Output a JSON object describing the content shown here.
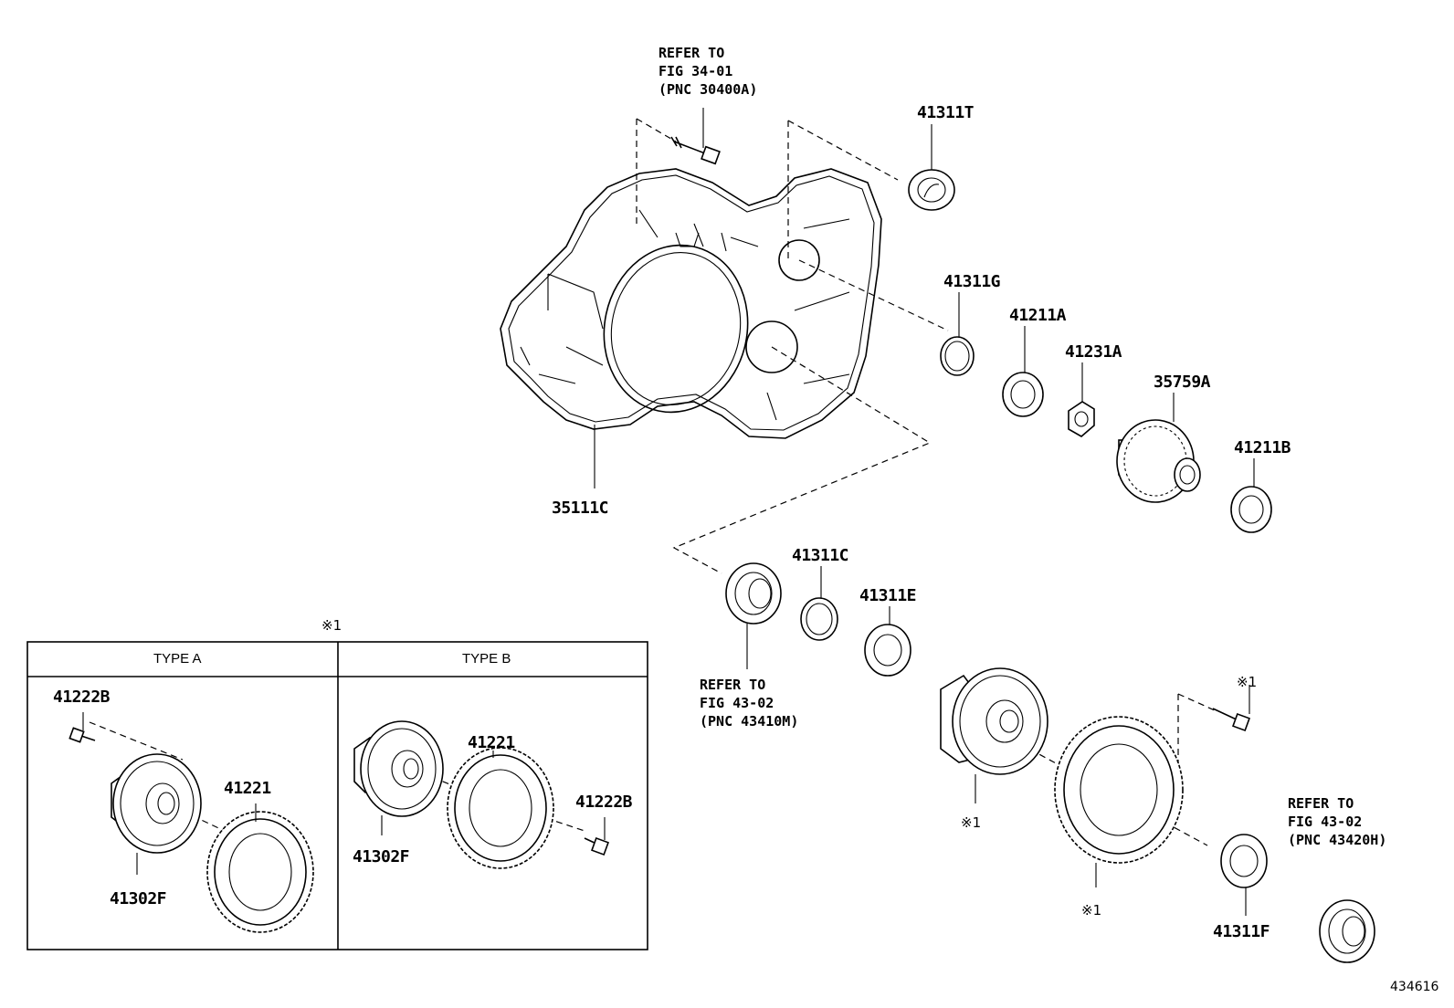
{
  "labels": {
    "p41311T": "41311T",
    "p41311G": "41311G",
    "p41211A": "41211A",
    "p41231A": "41231A",
    "p35759A": "35759A",
    "p41211B": "41211B",
    "p35111C": "35111C",
    "p41311C": "41311C",
    "p41311E": "41311E",
    "p41311F": "41311F",
    "a41222B": "41222B",
    "a41221": "41221",
    "a41302F": "41302F",
    "b41221": "41221",
    "b41302F": "41302F",
    "b41222B": "41222B"
  },
  "refs": {
    "fig3401": [
      "REFER TO",
      "FIG 34-01",
      "(PNC 30400A)"
    ],
    "fig4302a": [
      "REFER TO",
      "FIG 43-02",
      "(PNC 43410M)"
    ],
    "fig4302b": [
      "REFER TO",
      "FIG 43-02",
      "(PNC 43420H)"
    ]
  },
  "marks": {
    "box_top": "※1",
    "bolt": "※1",
    "case": "※1",
    "gear": "※1"
  },
  "typebox": {
    "type_a": "TYPE A",
    "type_b": "TYPE B"
  },
  "figure_number": "434616"
}
